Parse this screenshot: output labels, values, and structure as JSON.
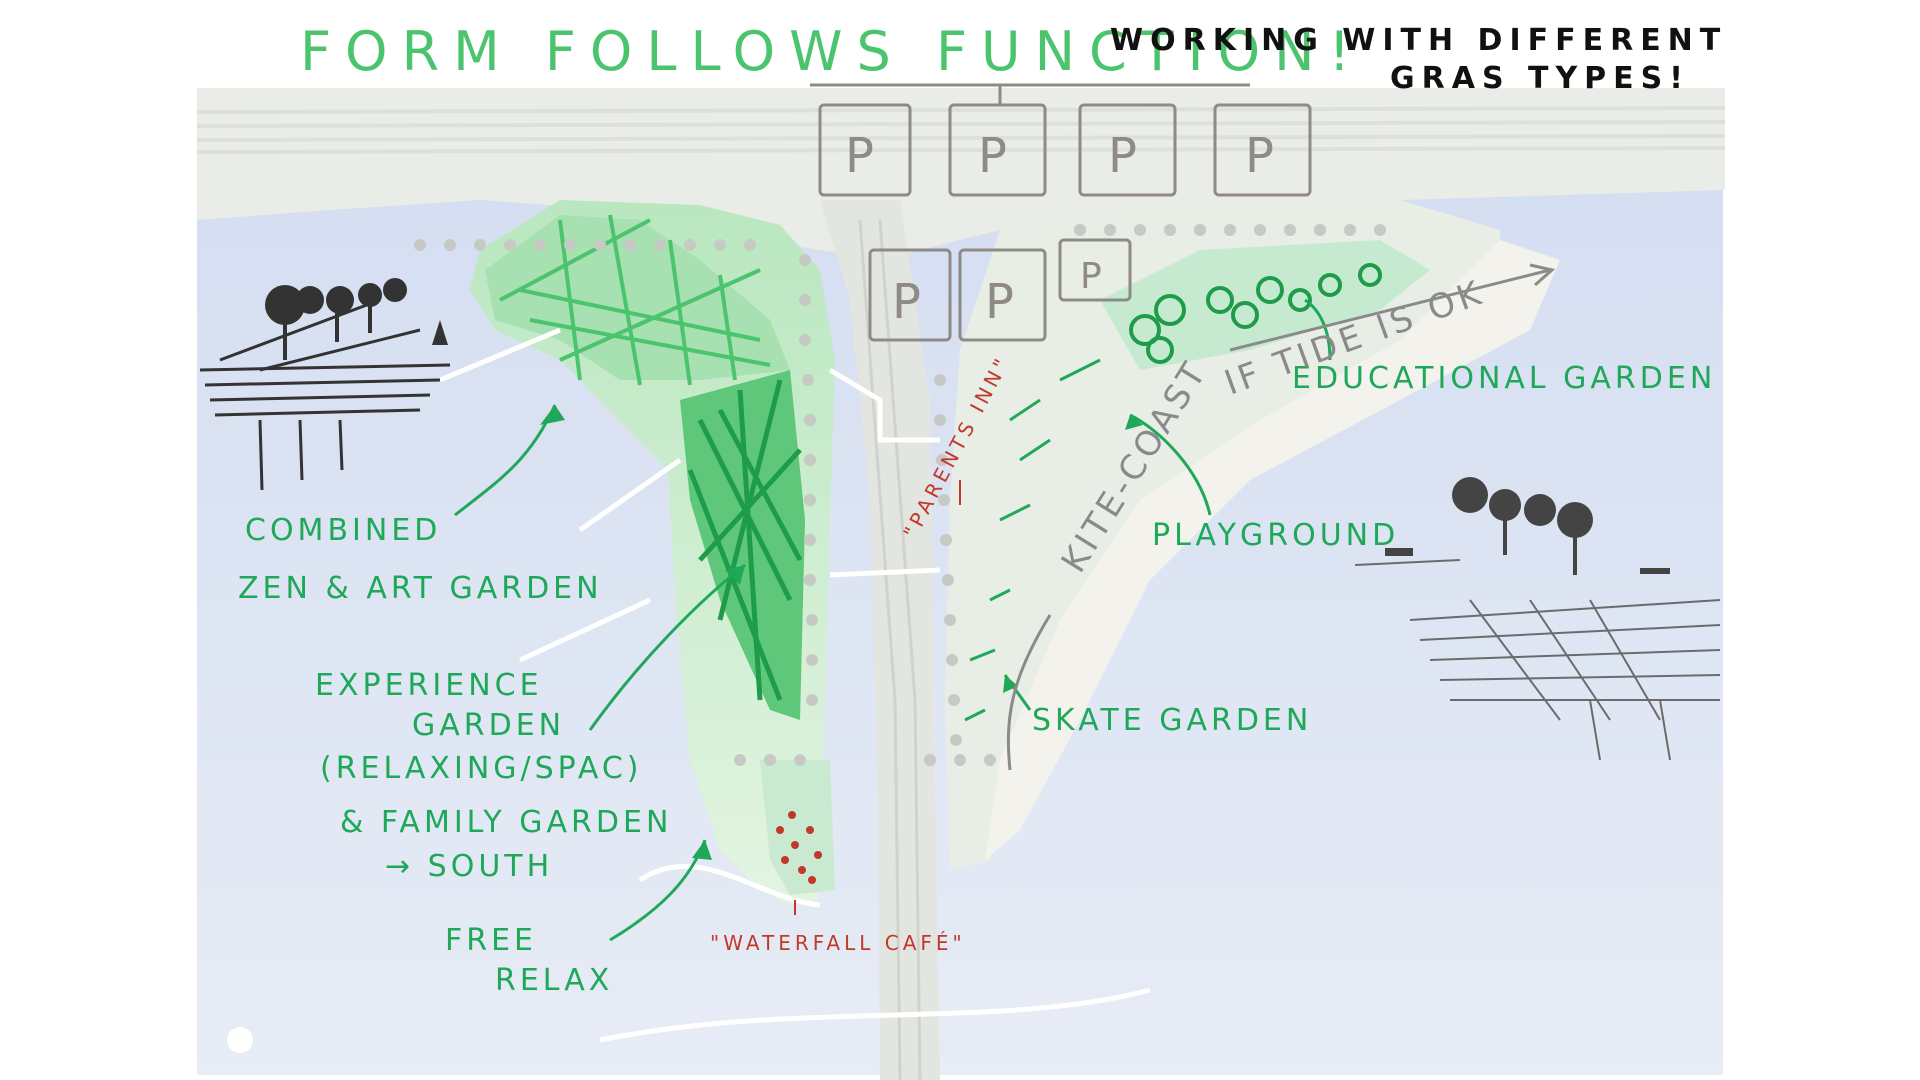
{
  "title": {
    "main": "FORM FOLLOWS FUNCTION!",
    "sub_line1": "WORKING WITH DIFFERENT",
    "sub_line2": "GRAS TYPES!"
  },
  "parking": {
    "symbol": "P"
  },
  "labels": {
    "zen_line1": "COMBINED",
    "zen_line2": "ZEN & ART GARDEN",
    "exp_line1": "EXPERIENCE",
    "exp_line2": "GARDEN",
    "exp_line3": "(RELAXING/SPAC)",
    "exp_line4": "& FAMILY GARDEN",
    "exp_line5": "→ SOUTH",
    "free_line1": "FREE",
    "free_line2": "RELAX",
    "waterfall": "\"WATERFALL CAFÉ\"",
    "parents": "\"PARENTS INN\"",
    "educational": "EDUCATIONAL GARDEN",
    "playground": "PLAYGROUND",
    "skate": "SKATE GARDEN",
    "kite_coast": "KITE-COAST",
    "tide": "IF TIDE IS OK"
  },
  "colors": {
    "water": "#dbe3f3",
    "land": "#eef0ec",
    "grass_light": "#d8efd6",
    "grass_mid": "#8fd59e",
    "grass_dark": "#1e9c4a",
    "road": "#e9ebe8",
    "beach": "#f3f2ec",
    "label_green": "#1fa85a",
    "label_red": "#c0392b",
    "pencil_grey": "#8a8a8a"
  }
}
